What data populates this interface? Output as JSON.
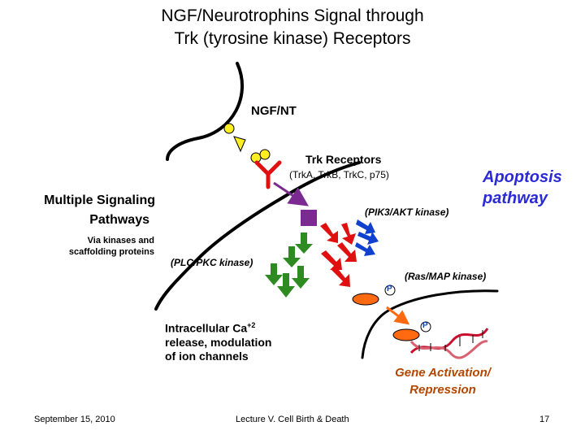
{
  "title": {
    "line1": "NGF/Neurotrophins Signal through",
    "line2": "Trk (tyrosine kinase) Receptors"
  },
  "labels": {
    "ngf": "NGF/NT",
    "trk_receptors": "Trk Receptors",
    "trk_types": "(TrkA, TrkB, TrkC, p75)",
    "multiple_signaling_line1": "Multiple Signaling",
    "multiple_signaling_line2": "Pathways",
    "via_line1": "Via kinases and",
    "via_line2": "scaffolding proteins",
    "pik3": "(PIK3/AKT kinase)",
    "apoptosis_line1": "Apoptosis",
    "apoptosis_line2": "pathway",
    "plc": "(PLC/PKC kinase)",
    "ras": "(Ras/MAP kinase)",
    "ca_line1_prefix": "Intracellular Ca",
    "ca_superscript": "+2",
    "ca_line2": "release, modulation",
    "ca_line3": "of ion channels",
    "gene_line1": "Gene Activation/",
    "gene_line2": "Repression",
    "phospho_1": "P",
    "phospho_2": "P"
  },
  "footer": {
    "date": "September 15, 2010",
    "lecture": "Lecture V. Cell Birth & Death",
    "page": "17"
  },
  "colors": {
    "apoptosis": "#2b2bd6",
    "gene": "#b34700",
    "green_arrow": "#2e8b22",
    "red_arrow": "#e01010",
    "blue_arrow": "#1040d0",
    "purple": "#7a2a90",
    "ligand_yellow": "#ffee22",
    "kinase_orange": "#ff6a10"
  }
}
